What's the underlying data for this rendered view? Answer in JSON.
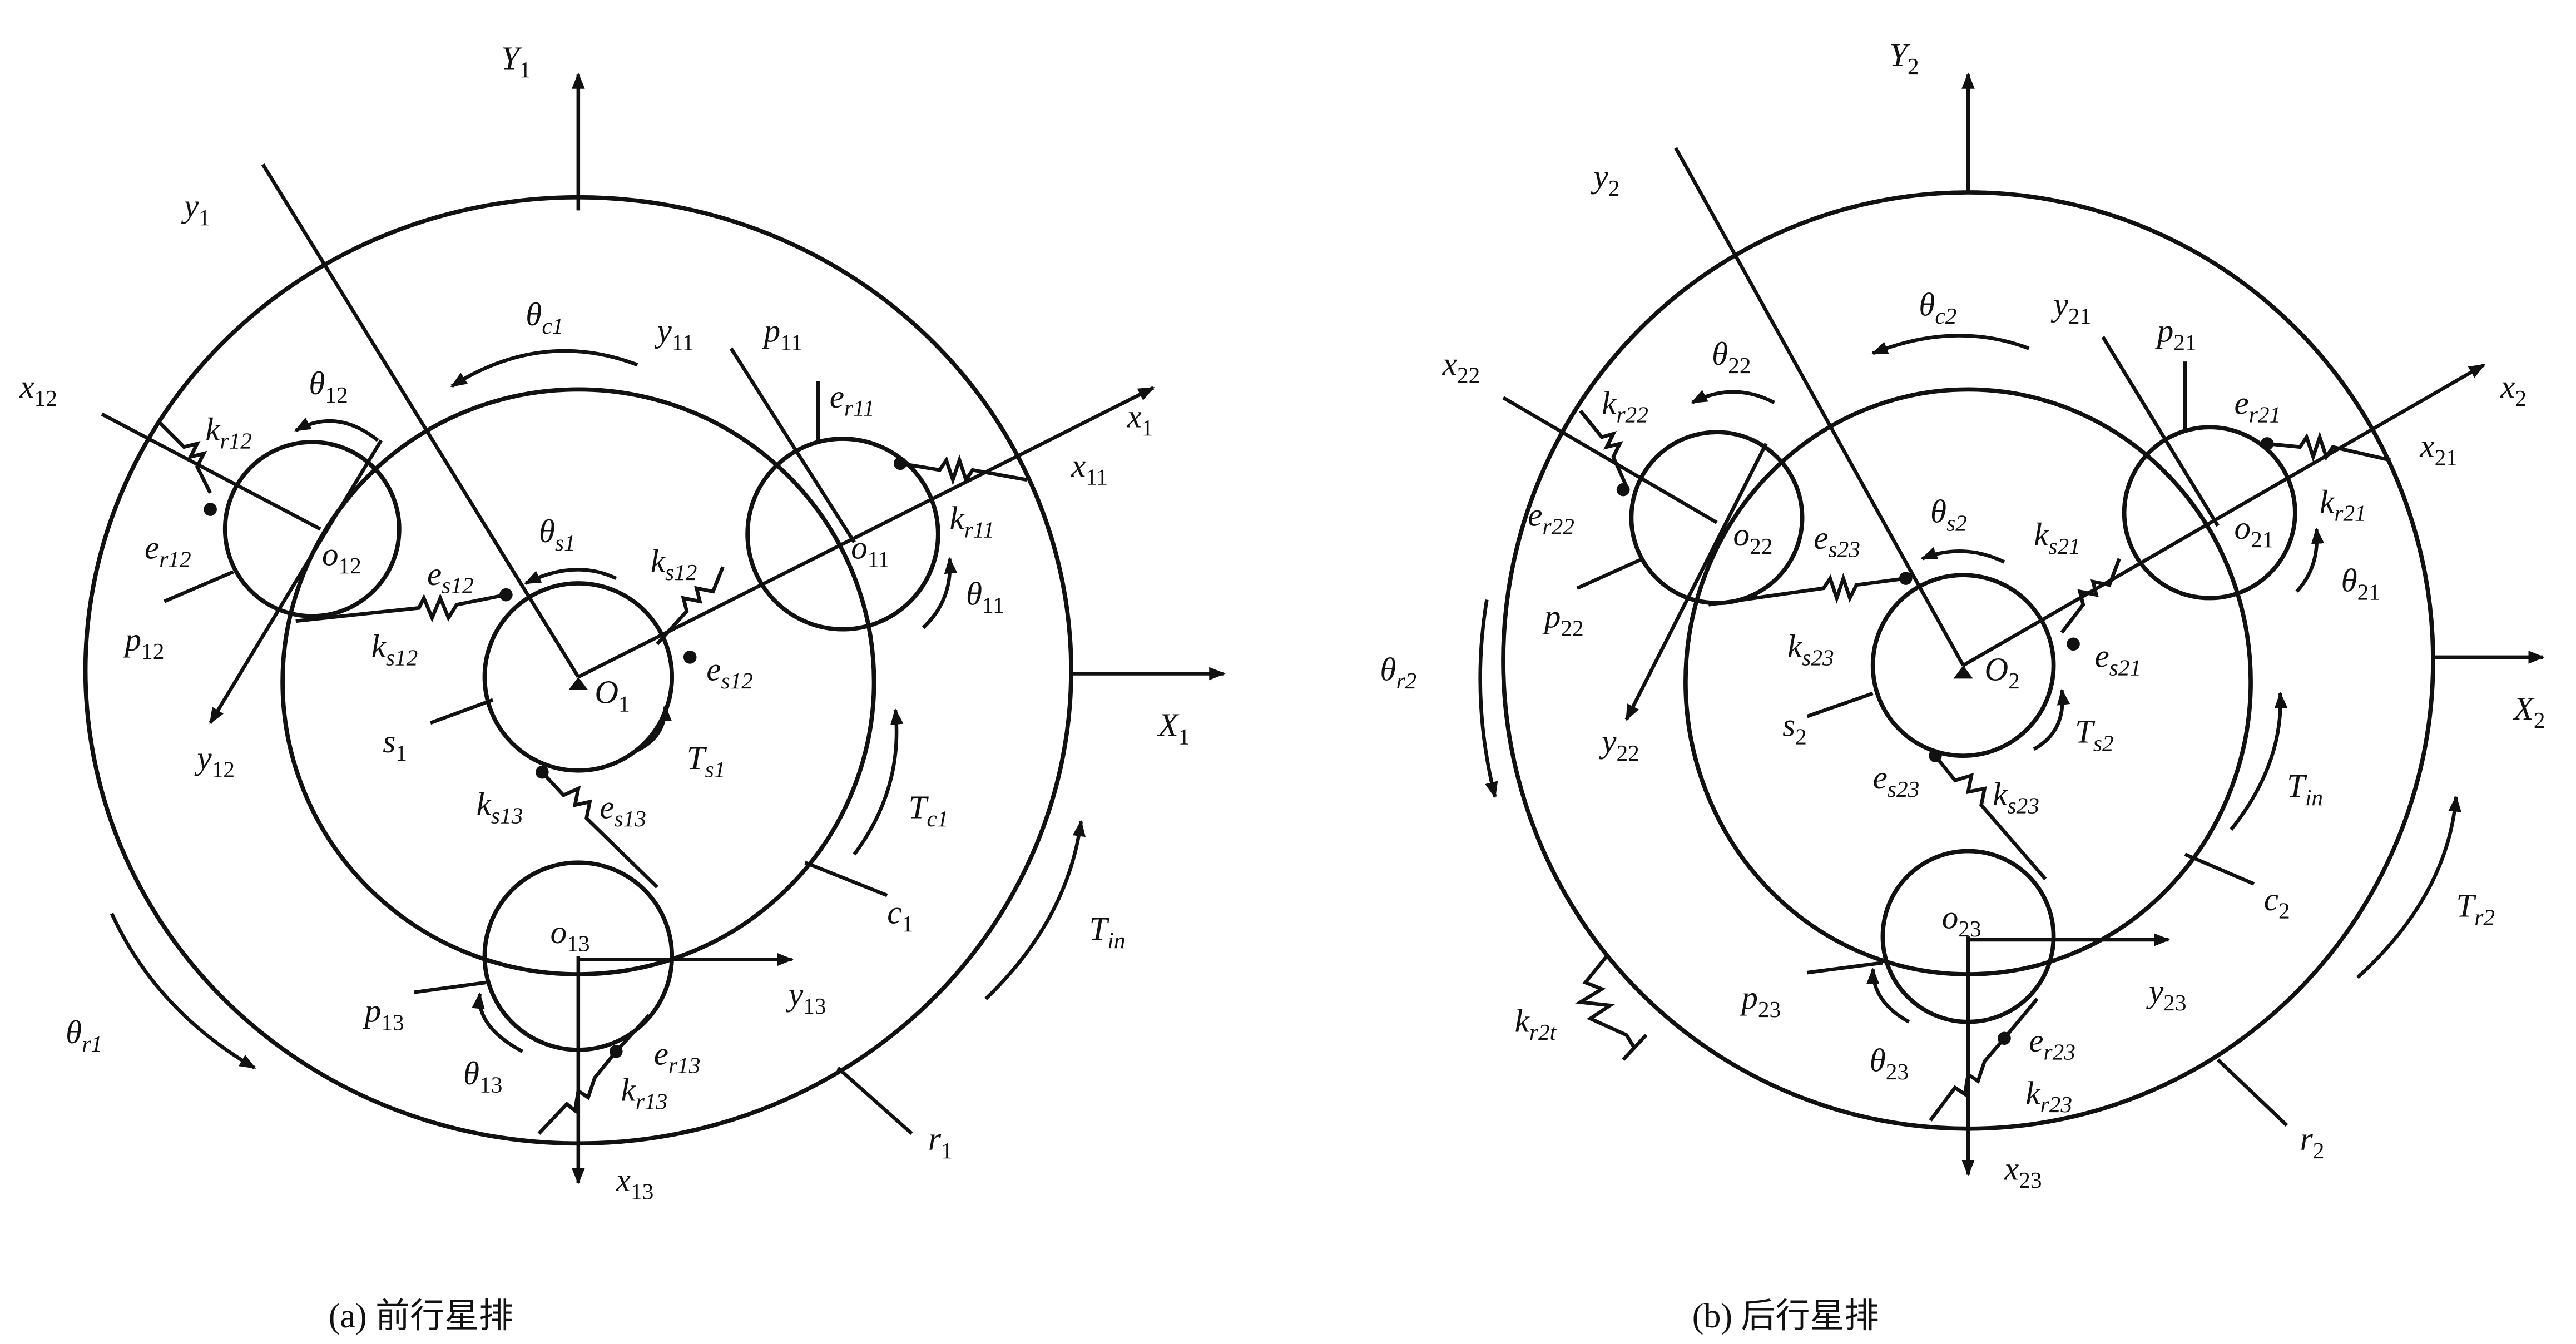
{
  "captions": {
    "left": "(a) 前行星排",
    "right": "(b) 后行星排"
  },
  "labels": {
    "L_Y1": [
      "Y",
      "1"
    ],
    "L_y1": [
      "y",
      "1"
    ],
    "L_x12": [
      "x",
      "12"
    ],
    "L_th12": [
      "θ",
      "12"
    ],
    "L_kr12": [
      "k",
      "r12"
    ],
    "L_er12": [
      "e",
      "r12"
    ],
    "L_p12": [
      "p",
      "12"
    ],
    "L_y12": [
      "y",
      "12"
    ],
    "L_o12": [
      "o",
      "12"
    ],
    "L_es12a": [
      "e",
      "s12"
    ],
    "L_ths1": [
      "θ",
      "s1"
    ],
    "L_ks12a": [
      "k",
      "s12"
    ],
    "L_O1": [
      "O",
      "1"
    ],
    "L_s1": [
      "s",
      "1"
    ],
    "L_ks13": [
      "k",
      "s13"
    ],
    "L_es13": [
      "e",
      "s13"
    ],
    "L_Ts1": [
      "T",
      "s1"
    ],
    "L_ks12b": [
      "k",
      "s12"
    ],
    "L_es12b": [
      "e",
      "s12"
    ],
    "L_thc1": [
      "θ",
      "c1"
    ],
    "L_y11": [
      "y",
      "11"
    ],
    "L_p11": [
      "p",
      "11"
    ],
    "L_er11": [
      "e",
      "r11"
    ],
    "L_x1": [
      "x",
      "1"
    ],
    "L_x11": [
      "x",
      "11"
    ],
    "L_kr11": [
      "k",
      "r11"
    ],
    "L_o11": [
      "o",
      "11"
    ],
    "L_th11": [
      "θ",
      "11"
    ],
    "L_X1": [
      "X",
      "1"
    ],
    "L_Tc1": [
      "T",
      "c1"
    ],
    "L_c1": [
      "c",
      "1"
    ],
    "L_Tin1": [
      "T",
      "in"
    ],
    "L_o13": [
      "o",
      "13"
    ],
    "L_y13": [
      "y",
      "13"
    ],
    "L_p13": [
      "p",
      "13"
    ],
    "L_th13": [
      "θ",
      "13"
    ],
    "L_er13": [
      "e",
      "r13"
    ],
    "L_kr13": [
      "k",
      "r13"
    ],
    "L_x13": [
      "x",
      "13"
    ],
    "L_r1": [
      "r",
      "1"
    ],
    "L_thr1": [
      "θ",
      "r1"
    ],
    "R_Y2": [
      "Y",
      "2"
    ],
    "R_y2": [
      "y",
      "2"
    ],
    "R_x22": [
      "x",
      "22"
    ],
    "R_th22": [
      "θ",
      "22"
    ],
    "R_kr22": [
      "k",
      "r22"
    ],
    "R_er22": [
      "e",
      "r22"
    ],
    "R_o22": [
      "o",
      "22"
    ],
    "R_es23a": [
      "e",
      "s23"
    ],
    "R_ths2": [
      "θ",
      "s2"
    ],
    "R_ks21": [
      "k",
      "s21"
    ],
    "R_p22": [
      "p",
      "22"
    ],
    "R_ks23a": [
      "k",
      "s23"
    ],
    "R_y22": [
      "y",
      "22"
    ],
    "R_thr2": [
      "θ",
      "r2"
    ],
    "R_O2": [
      "O",
      "2"
    ],
    "R_s2": [
      "s",
      "2"
    ],
    "R_es21": [
      "e",
      "s21"
    ],
    "R_Ts2": [
      "T",
      "s2"
    ],
    "R_es23b": [
      "e",
      "s23"
    ],
    "R_ks23b": [
      "k",
      "s23"
    ],
    "R_thc2": [
      "θ",
      "c2"
    ],
    "R_y21": [
      "y",
      "21"
    ],
    "R_p21": [
      "p",
      "21"
    ],
    "R_er21": [
      "e",
      "r21"
    ],
    "R_x2": [
      "x",
      "2"
    ],
    "R_x21": [
      "x",
      "21"
    ],
    "R_kr21": [
      "k",
      "r21"
    ],
    "R_o21": [
      "o",
      "21"
    ],
    "R_th21": [
      "θ",
      "21"
    ],
    "R_X2": [
      "X",
      "2"
    ],
    "R_Tin": [
      "T",
      "in"
    ],
    "R_c2": [
      "c",
      "2"
    ],
    "R_Tr2": [
      "T",
      "r2"
    ],
    "R_o23": [
      "o",
      "23"
    ],
    "R_p23": [
      "p",
      "23"
    ],
    "R_y23": [
      "y",
      "23"
    ],
    "R_th23": [
      "θ",
      "23"
    ],
    "R_er23": [
      "e",
      "r23"
    ],
    "R_kr23": [
      "k",
      "r23"
    ],
    "R_kr2t": [
      "k",
      "r2t"
    ],
    "R_x23": [
      "x",
      "23"
    ],
    "R_r2": [
      "r",
      "2"
    ]
  }
}
